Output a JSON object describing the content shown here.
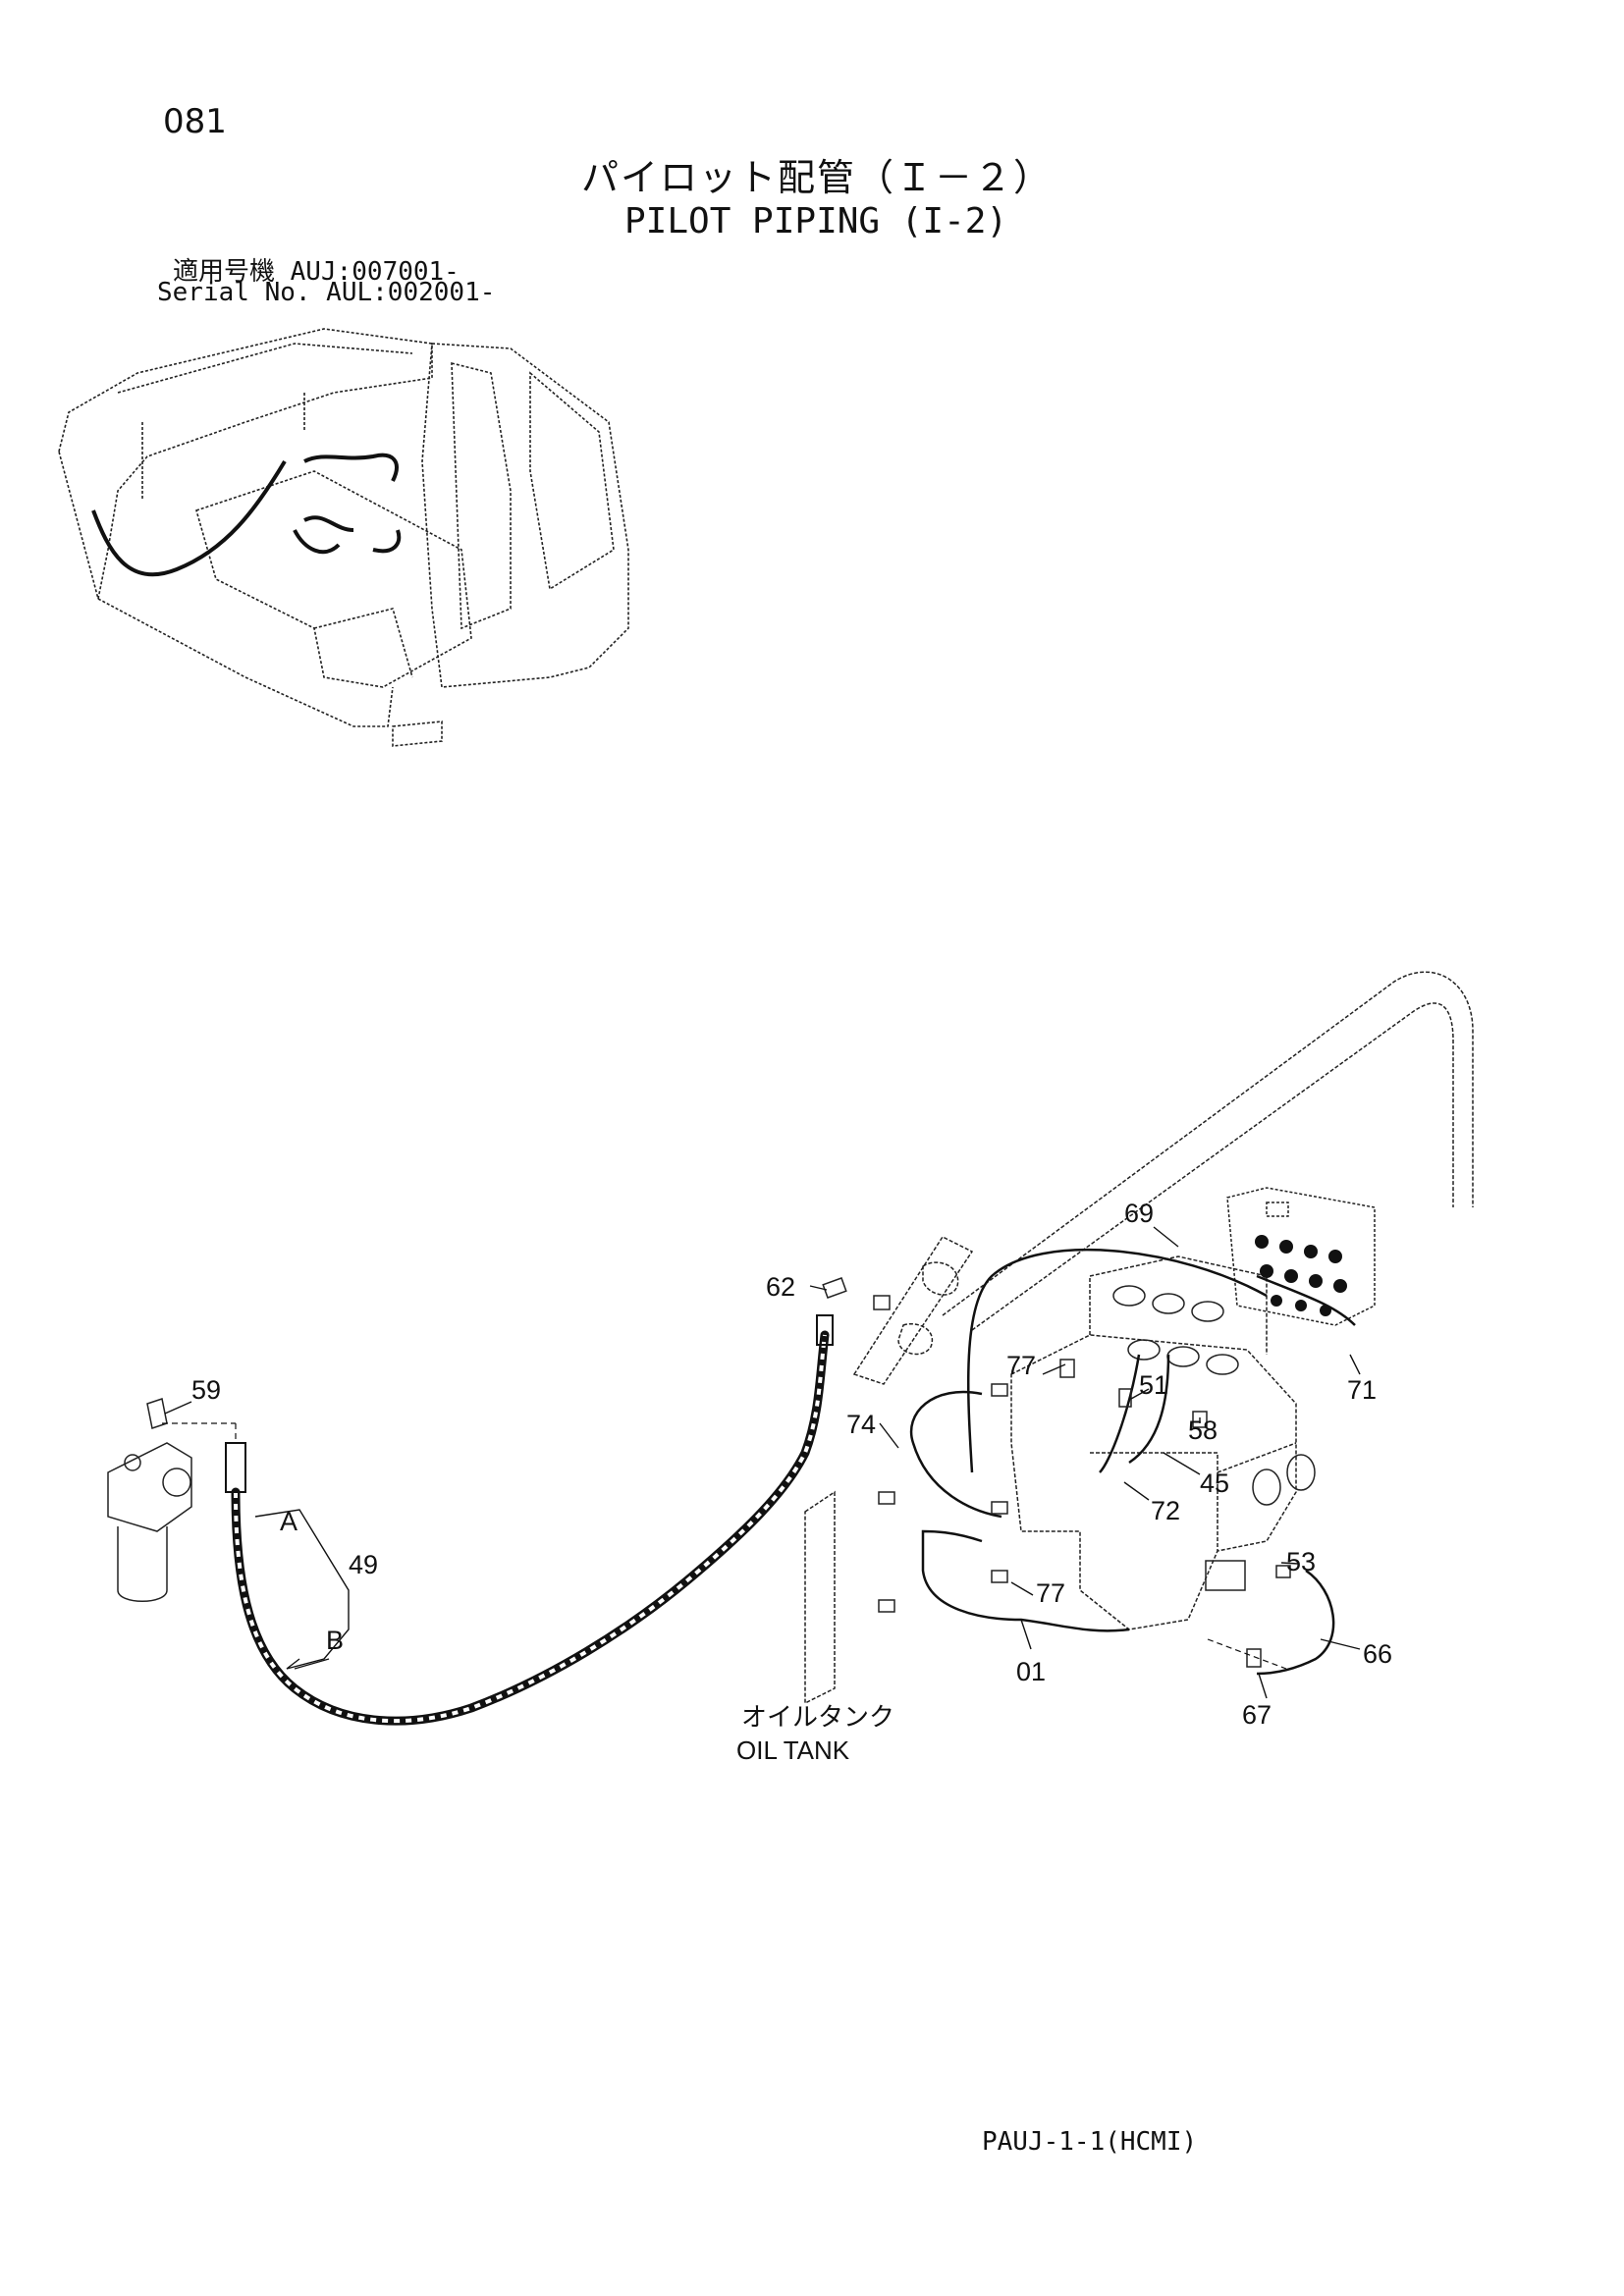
{
  "header": {
    "page_number": "081",
    "title_jp": "パイロット配管（Ｉ－２）",
    "title_en": "PILOT PIPING (I-2)",
    "serial_line_1": "適用号機 AUJ:007001-",
    "serial_line_2": "Serial No. AUL:002001-"
  },
  "diagram": {
    "part_callouts": [
      "59",
      "62",
      "69",
      "71",
      "77",
      "51",
      "74",
      "58",
      "45",
      "72",
      "53",
      "77",
      "01",
      "66",
      "67",
      "49"
    ],
    "connection_labels": [
      "A",
      "B"
    ],
    "oil_tank_label_jp": "オイルタンク",
    "oil_tank_label_en": "OIL TANK"
  },
  "footer": {
    "code": "PAUJ-1-1(HCMI)"
  }
}
